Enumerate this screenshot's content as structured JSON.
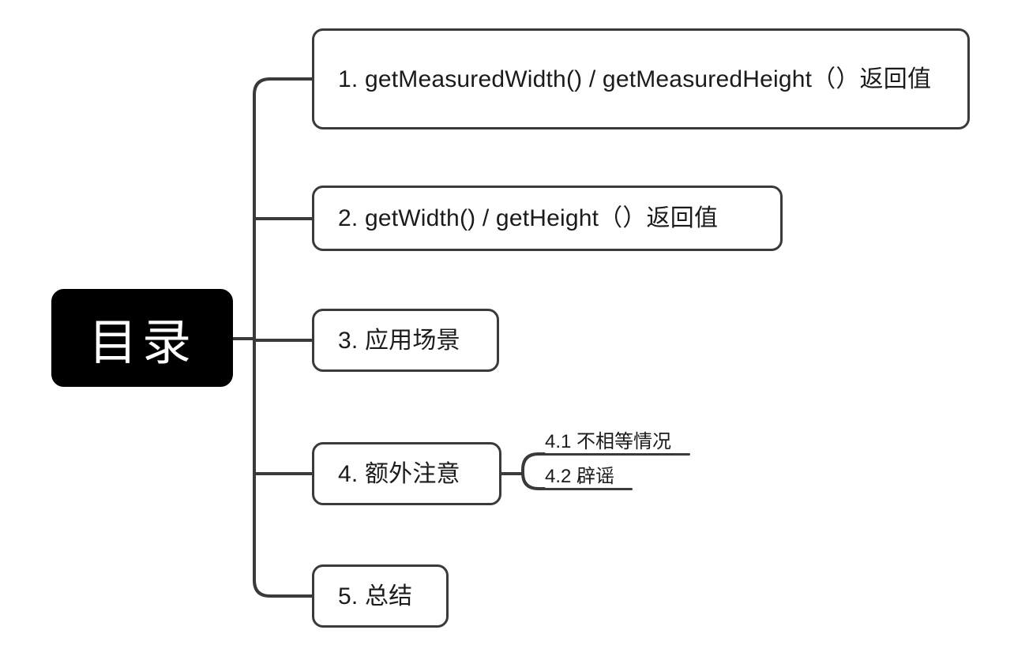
{
  "diagram": {
    "type": "mind-map",
    "title": "目录",
    "orientation": "left-to-right",
    "background_color": "#ffffff",
    "line_color": "#3a3a3a",
    "root_fill": "#000000",
    "root_text_color": "#ffffff",
    "node_fill": "#ffffff",
    "node_text_color": "#1b1b1b"
  },
  "root": {
    "label": "目录"
  },
  "branches": [
    {
      "id": "node-1",
      "label": "1. getMeasuredWidth() / getMeasuredHeight（）返回值"
    },
    {
      "id": "node-2",
      "label": "2. getWidth() / getHeight（）返回值"
    },
    {
      "id": "node-3",
      "label": "3. 应用场景"
    },
    {
      "id": "node-4",
      "label": "4. 额外注意",
      "children": [
        {
          "id": "leaf-41",
          "label": "4.1 不相等情况"
        },
        {
          "id": "leaf-42",
          "label": "4.2 辟谣"
        }
      ]
    },
    {
      "id": "node-5",
      "label": "5. 总结"
    }
  ]
}
